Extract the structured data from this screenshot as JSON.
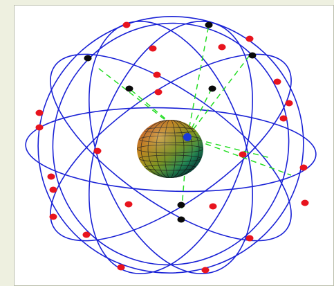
{
  "figure": {
    "subject": "satellite-constellation-orbits",
    "colors": {
      "background": "#eef0e0",
      "panel": "#ffffff",
      "orbit": "#1a22d6",
      "satellite_red": "#e8141e",
      "satellite_black": "#0a0a0a",
      "visibility_line": "#22dd22"
    },
    "satellite_count": {
      "red": 24,
      "black": 7
    }
  }
}
